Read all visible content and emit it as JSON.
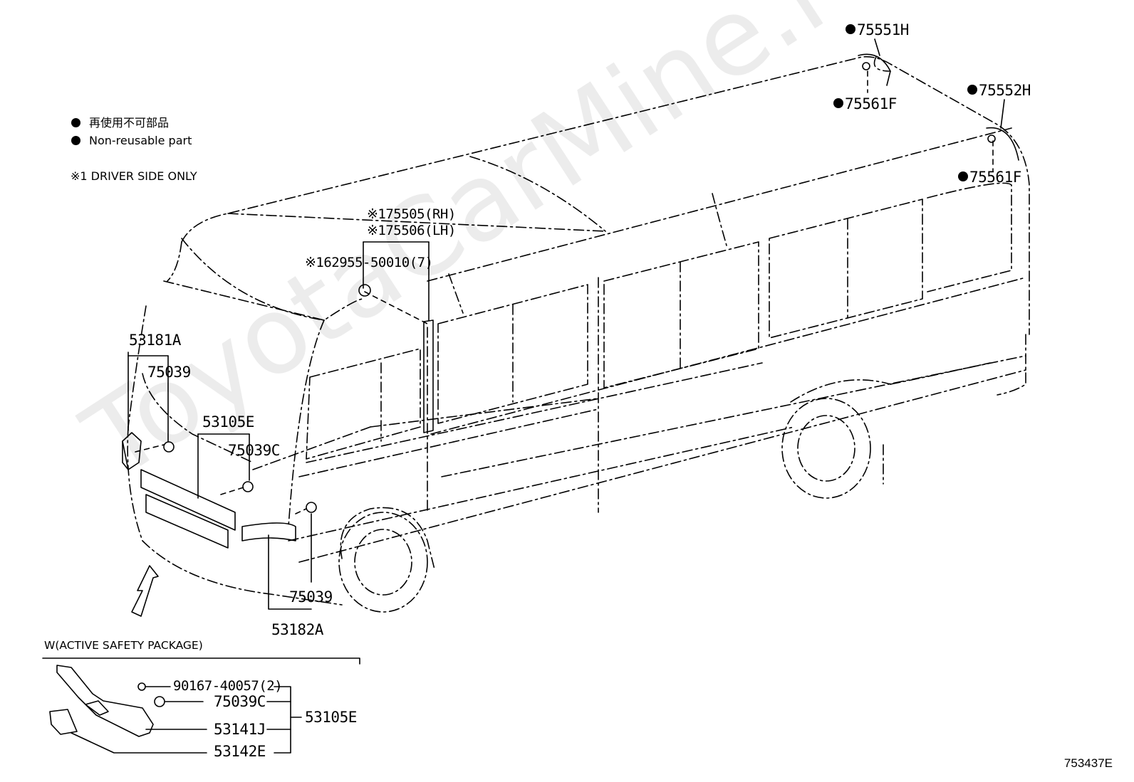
{
  "legend": {
    "non_reusable_jp": "再使用不可部品",
    "non_reusable_en": "Non-reusable part",
    "driver_note": "※1 DRIVER SIDE ONLY"
  },
  "inset_title": "W(ACTIVE SAFETY PACKAGE)",
  "diagram_code": "753437E",
  "watermark": "ToyotaCarMine.ru",
  "part_labels": {
    "p75551H": "75551H",
    "p75552H": "75552H",
    "p75561F_a": "75561F",
    "p75561F_b": "75561F",
    "p75505": "※175505(RH)",
    "p75506": "※175506(LH)",
    "p62955": "※162955-50010(7)",
    "p53181A": "53181A",
    "p75039_a": "75039",
    "p53105E": "53105E",
    "p75039C": "75039C",
    "p75039_b": "75039",
    "p53182A": "53182A",
    "i90167": "90167-40057(2)",
    "i75039C": "75039C",
    "i53141J": "53141J",
    "i53142E": "53142E",
    "i53105E": "53105E"
  }
}
